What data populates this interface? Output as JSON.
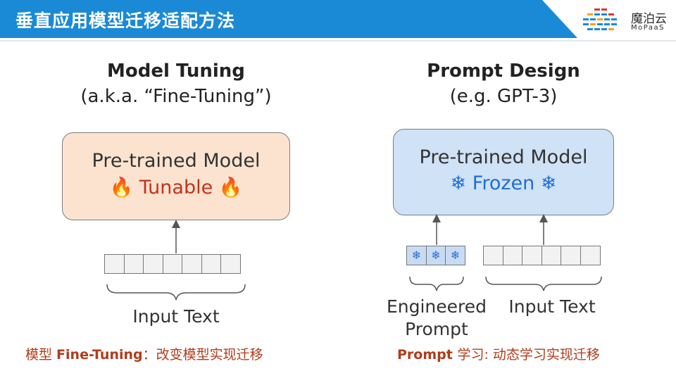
{
  "header": {
    "title": "垂直应用模型迁移适配方法",
    "logo_cn": "魔泊云",
    "logo_en": "MoPaaS"
  },
  "left": {
    "heading_main": "Model Tuning",
    "heading_sub": "(a.k.a. “Fine-Tuning”)",
    "model_title": "Pre-trained Model",
    "model_state": "Tunable",
    "state_icon": "fire-icon",
    "input_label": "Input Text",
    "token_count": 7
  },
  "right": {
    "heading_main": "Prompt Design",
    "heading_sub": "(e.g. GPT-3)",
    "model_title": "Pre-trained Model",
    "model_state": "Frozen",
    "state_icon": "snowflake-icon",
    "prompt_label_line1": "Engineered",
    "prompt_label_line2": "Prompt",
    "input_label": "Input Text",
    "prompt_token_count": 3,
    "input_token_count": 6
  },
  "captions": {
    "left_prefix": "模型 ",
    "left_bold": "Fine-Tuning",
    "left_suffix": "：改变模型实现迁移",
    "right_bold": "Prompt ",
    "right_mid": "学习: ",
    "right_suffix": "动态学习实现迁移"
  },
  "colors": {
    "title_bar": "#1b8ad6",
    "tunable_fill": "#fce3cf",
    "frozen_fill": "#cfe2f6",
    "tunable_text": "#c4321e",
    "frozen_text": "#1f6fd1",
    "caption_text": "#b23b1a"
  }
}
